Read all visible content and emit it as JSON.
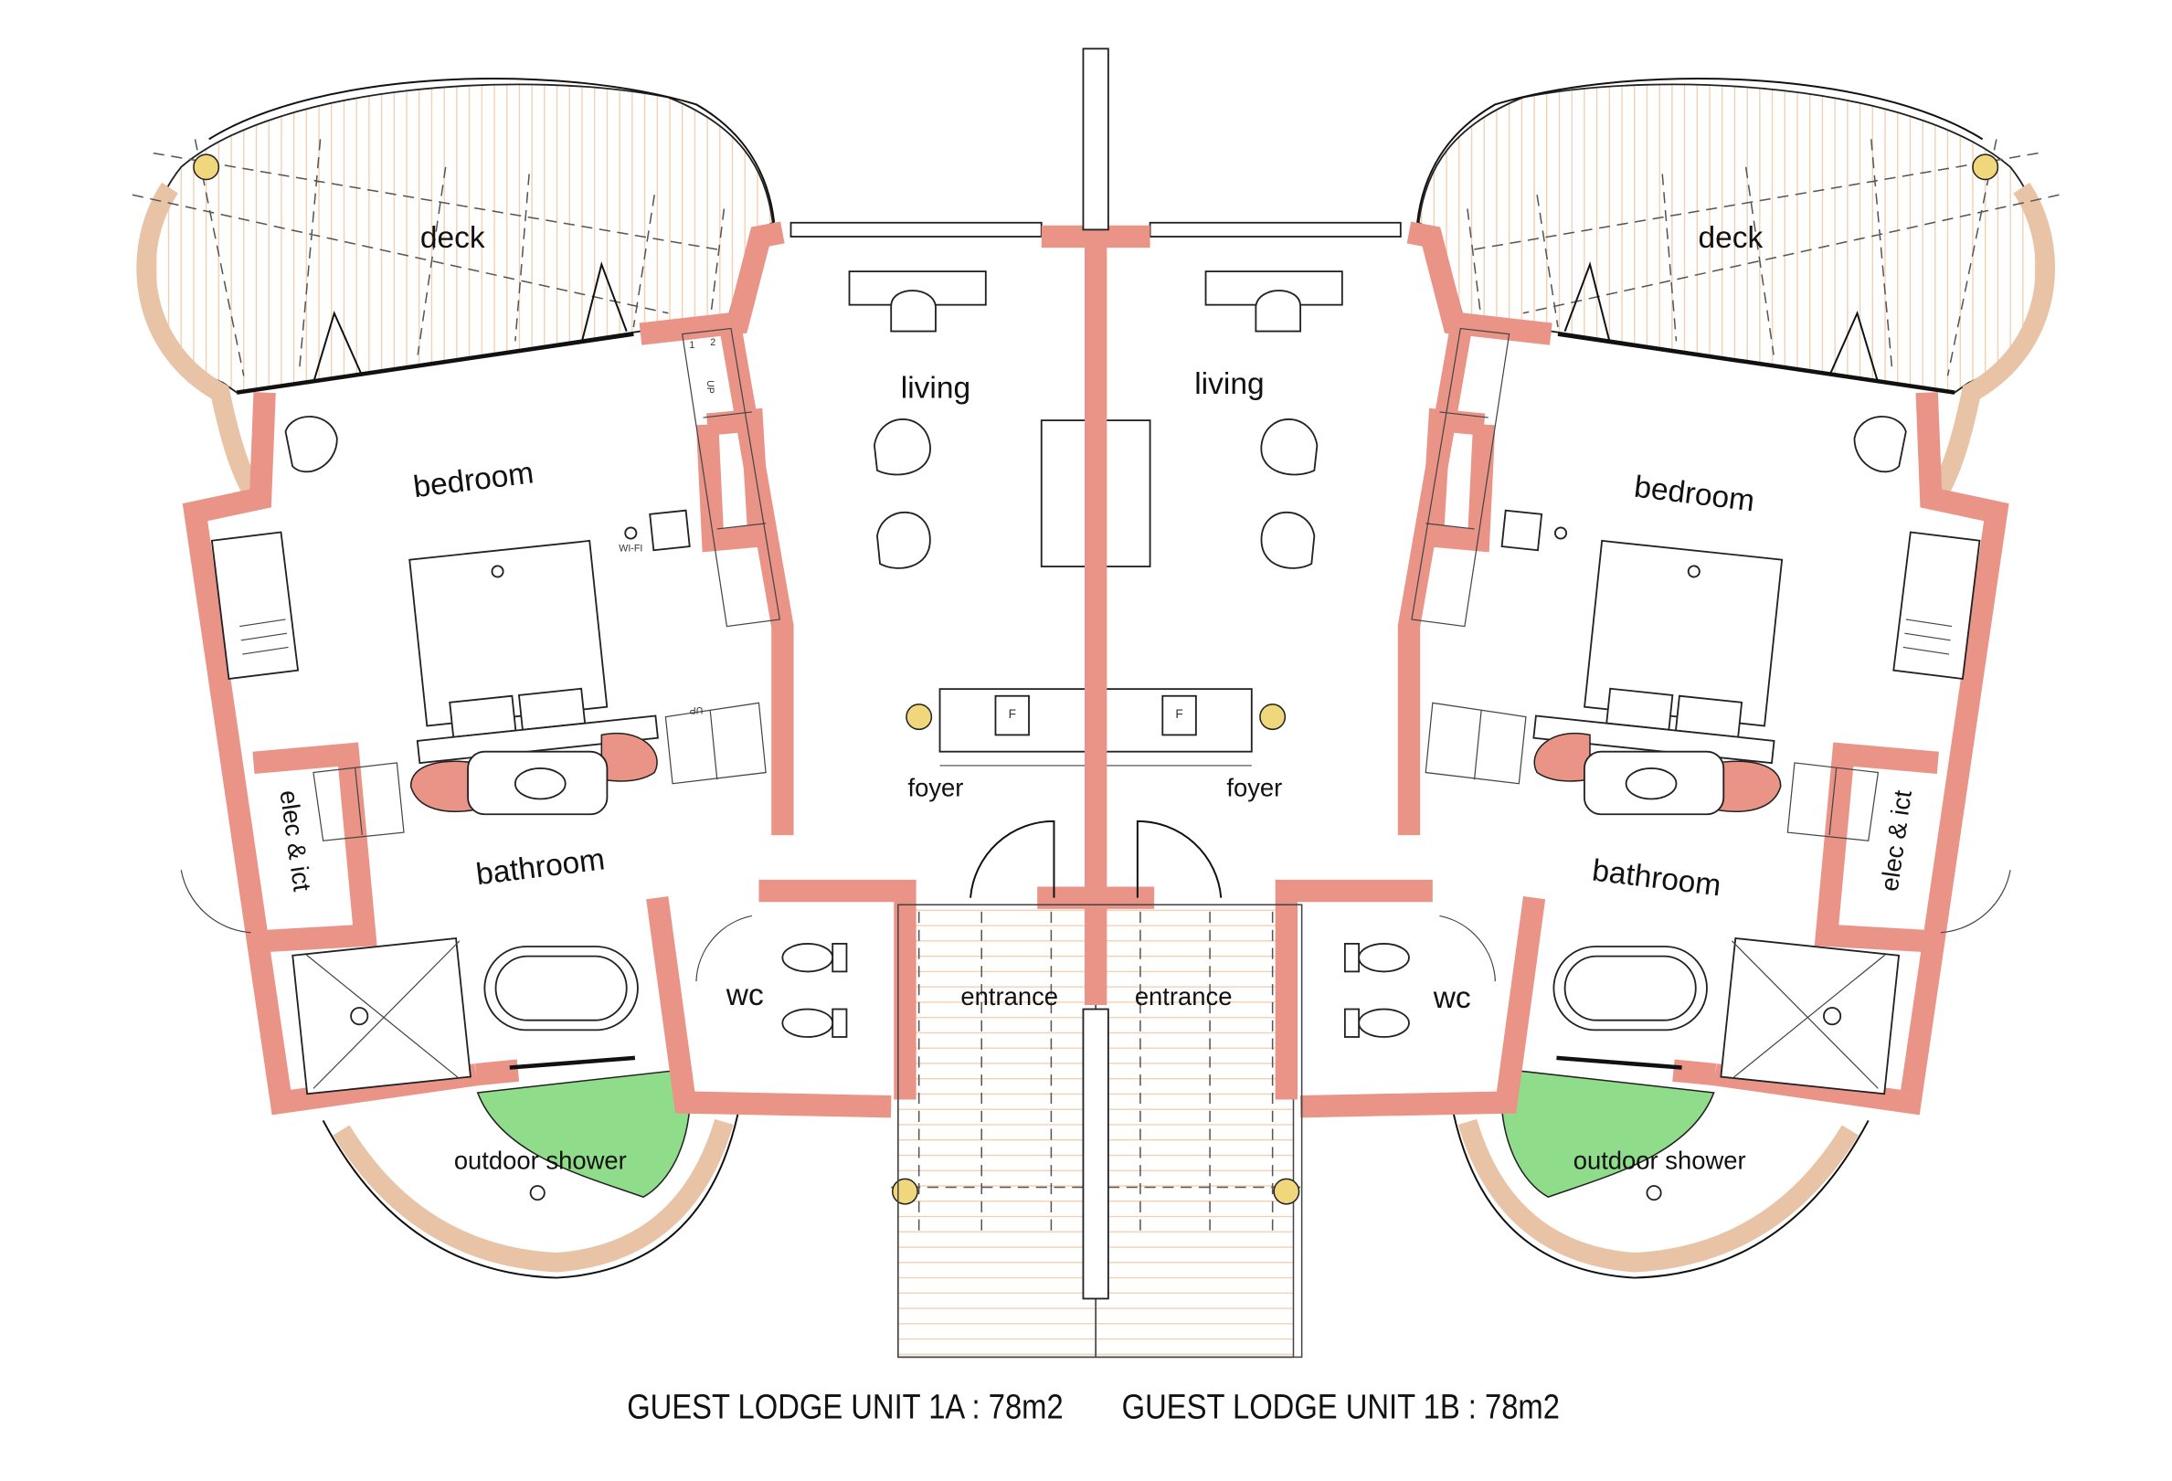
{
  "colors": {
    "wall": "#ea9488",
    "outdoor_shower": "#8fdc8a",
    "deck_band": "#e9c3a6",
    "decking_lines": "#f3c9a6",
    "lamp": "#f1d77c"
  },
  "unit_a": {
    "rooms": {
      "deck": "deck",
      "living": "living",
      "bedroom": "bedroom",
      "bathroom": "bathroom",
      "foyer": "foyer",
      "wc": "wc",
      "entrance": "entrance",
      "outdoor_shower": "outdoor shower",
      "elec": "elec & ict"
    },
    "caption": "GUEST LODGE UNIT 1A : 78m2"
  },
  "unit_b": {
    "rooms": {
      "deck": "deck",
      "living": "living",
      "bedroom": "bedroom",
      "bathroom": "bathroom",
      "foyer": "foyer",
      "wc": "wc",
      "entrance": "entrance",
      "outdoor_shower": "outdoor shower",
      "elec": "elec & ict"
    },
    "caption": "GUEST LODGE UNIT 1B : 78m2"
  },
  "annotations": {
    "up": "UP",
    "fridge": "F",
    "wifi": "WI-FI",
    "step1": "1",
    "step2": "2"
  }
}
